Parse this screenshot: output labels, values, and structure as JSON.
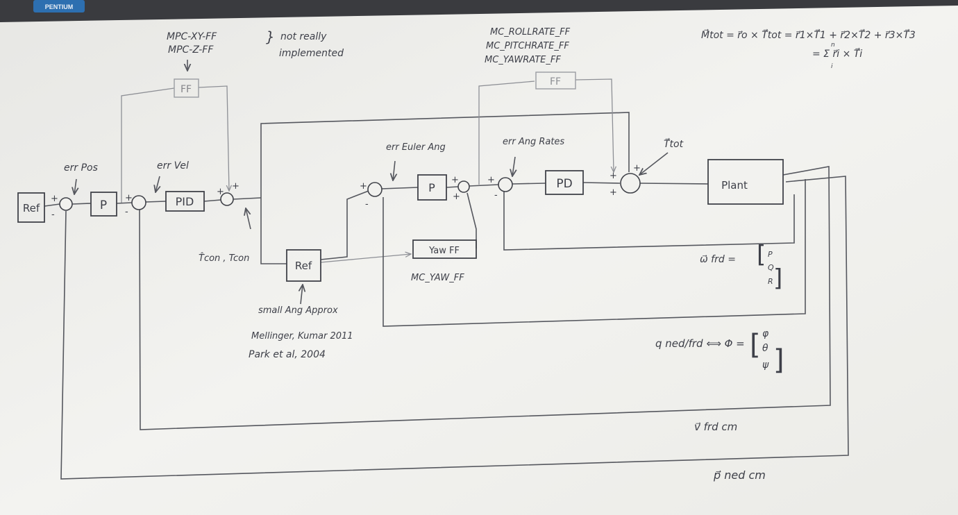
{
  "badge": "PENTIUM",
  "blocks": {
    "ref_left": "Ref",
    "p_pos": "P",
    "pid_vel": "PID",
    "ff_pos": "FF",
    "ref_mid": "Ref",
    "p_att": "P",
    "yaw_ff": "Yaw FF",
    "pd_rate": "PD",
    "ff_rate": "FF",
    "plant": "Plant"
  },
  "annotations": {
    "mpc_xy_ff": "MPC-XY-FF",
    "mpc_z_ff": "MPC-Z-FF",
    "not_really": "not really",
    "implemented": "implemented",
    "err_pos": "err Pos",
    "err_vel": "err Vel",
    "t_con": "T̂con , Tcon",
    "small_ang": "small Ang Approx",
    "mellinger": "Mellinger, Kumar 2011",
    "park": "Park et al, 2004",
    "err_euler": "err Euler Ang",
    "err_rates": "err Ang Rates",
    "mc_rollrate": "MC_ROLLRATE_FF",
    "mc_pitchrate": "MC_PITCHRATE_FF",
    "mc_yawrate": "MC_YAWRATE_FF",
    "mc_yaw_ff": "MC_YAW_FF",
    "t_tot": "T⃗tot"
  },
  "signs": {
    "s1_top": "+",
    "s1_bot": "-",
    "s2_top": "+",
    "s2_bot": "-",
    "s3_left": "+",
    "s3_top": "+",
    "s4_top": "+",
    "s4_bot": "-",
    "s5_top": "+",
    "s5_bot": "+",
    "s6_top": "+",
    "s6_bot": "-",
    "s7_left": "+",
    "s7_bot": "+",
    "s7_top": "+"
  },
  "equations": {
    "moment_line1": "M⃗tot = r⃗o × T⃗tot = r⃗1×T⃗1 + r⃗2×T⃗2 + r⃗3×T⃗3",
    "moment_line2": "= Σ r⃗i × T⃗i",
    "sum_upper": "n",
    "sum_lower": "i",
    "omega": "ω⃗ frd =",
    "omega_vec": [
      "P",
      "Q",
      "R"
    ],
    "phi": "q ned/frd ⟺ Φ =",
    "phi_vec": [
      "φ",
      "θ",
      "ψ"
    ],
    "v_cm": "v⃗ frd cm",
    "p_cm": "p⃗ ned cm"
  }
}
